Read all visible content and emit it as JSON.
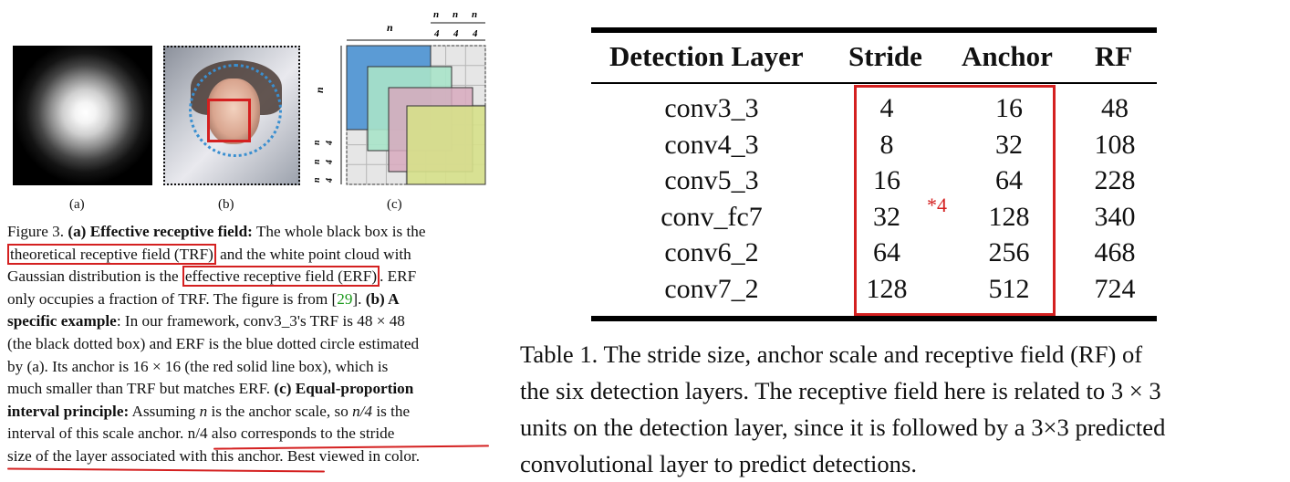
{
  "figure": {
    "panel_a_label": "(a)",
    "panel_b_label": "(b)",
    "panel_c_label": "(c)",
    "diagram": {
      "top_label": "n",
      "quarter_labels": [
        "n",
        "4",
        "n",
        "4",
        "n",
        "4"
      ],
      "left_label": "n",
      "colors": {
        "blue": "#5b9bd5",
        "green": "#9fdcc4",
        "pink": "#d7a9bd",
        "yellow": "#d6e08a",
        "grid": "#c8c8c8"
      }
    },
    "caption_lines": [
      {
        "parts": [
          {
            "t": "Figure 3. "
          },
          {
            "t": "(a) Effective receptive field:",
            "b": true
          },
          {
            "t": " The whole black box is the"
          }
        ]
      },
      {
        "parts": [
          {
            "t": "theoretical receptive field (TRF)",
            "hl": true
          },
          {
            "t": " and the white point cloud with"
          }
        ]
      },
      {
        "parts": [
          {
            "t": "Gaussian distribution is the "
          },
          {
            "t": "effective receptive field (ERF)",
            "hl": true
          },
          {
            "t": ". ERF"
          }
        ]
      },
      {
        "parts": [
          {
            "t": "only occupies a fraction of TRF. The figure is from ["
          },
          {
            "t": "29",
            "ref": true
          },
          {
            "t": "]. "
          },
          {
            "t": "(b) A",
            "b": true
          }
        ]
      },
      {
        "parts": [
          {
            "t": "specific example",
            "b": true
          },
          {
            "t": ": In our framework, conv3_3's TRF is 48 × 48"
          }
        ]
      },
      {
        "parts": [
          {
            "t": "(the black dotted box) and ERF is the blue dotted circle estimated"
          }
        ]
      },
      {
        "parts": [
          {
            "t": "by (a). Its anchor is 16 × 16 (the red solid line box), which is"
          }
        ]
      },
      {
        "parts": [
          {
            "t": "much smaller than TRF but matches ERF. "
          },
          {
            "t": "(c) Equal-proportion",
            "b": true
          }
        ]
      },
      {
        "parts": [
          {
            "t": "interval principle:",
            "b": true
          },
          {
            "t": " Assuming "
          },
          {
            "t": "n",
            "i": true
          },
          {
            "t": " is the anchor scale, so "
          },
          {
            "t": "n/4",
            "i": true
          },
          {
            "t": " is the"
          }
        ]
      },
      {
        "parts": [
          {
            "t": "interval of this scale anchor. "
          },
          {
            "t": "n/4 also corresponds to the stride",
            "ul": true
          }
        ]
      },
      {
        "parts": [
          {
            "t": "size of the layer associated with this anchor",
            "ul": true
          },
          {
            "t": ". Best viewed in color."
          }
        ]
      }
    ]
  },
  "table": {
    "headers": [
      "Detection Layer",
      "Stride",
      "Anchor",
      "RF"
    ],
    "rows": [
      [
        "conv3_3",
        "4",
        "16",
        "48"
      ],
      [
        "conv4_3",
        "8",
        "32",
        "108"
      ],
      [
        "conv5_3",
        "16",
        "64",
        "228"
      ],
      [
        "conv_fc7",
        "32",
        "128",
        "340"
      ],
      [
        "conv6_2",
        "64",
        "256",
        "468"
      ],
      [
        "conv7_2",
        "128",
        "512",
        "724"
      ]
    ],
    "annotation": "*4",
    "caption_lines": [
      "Table 1. The stride size, anchor scale and receptive field (RF) of",
      "the six detection layers. The receptive field here is related to 3 × 3",
      "units on the detection layer, since it is followed by a 3×3 predicted",
      "convolutional layer to predict detections."
    ]
  }
}
